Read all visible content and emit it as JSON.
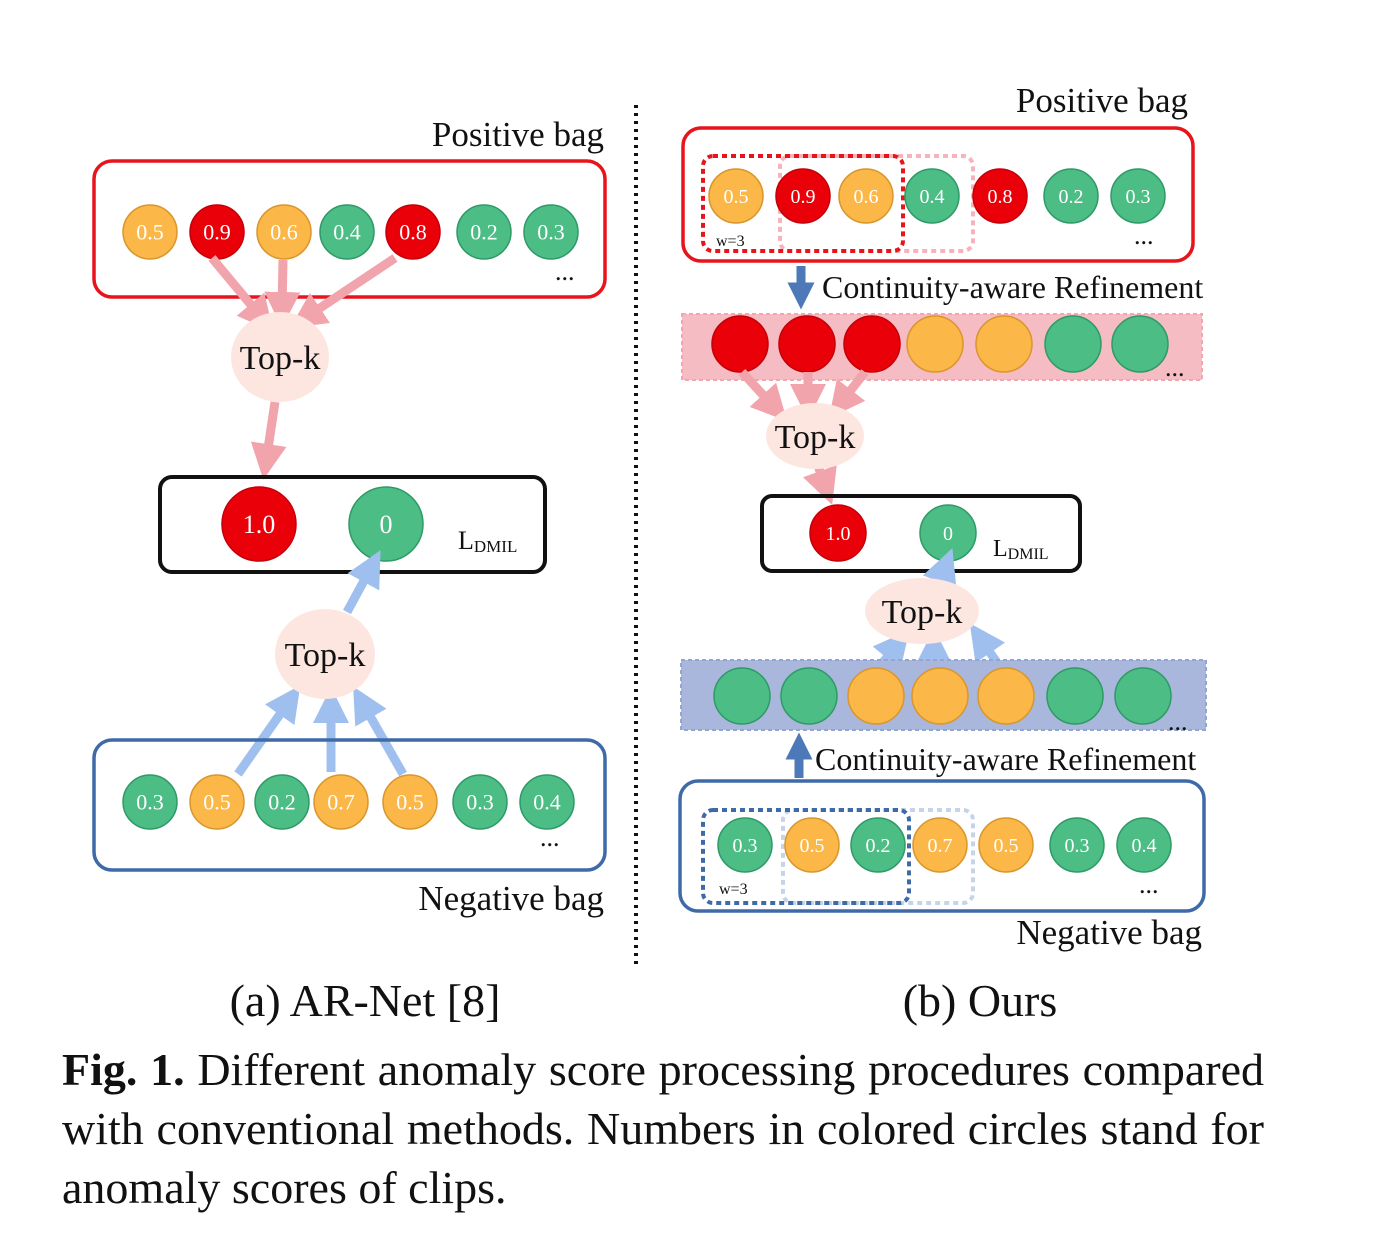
{
  "palette": {
    "red": "#ea0008",
    "orange": "#fbb748",
    "green": "#4cbd85",
    "positive_box": "#e8141c",
    "negative_box": "#3f6aa8",
    "pos_arrow": "#f2a4ad",
    "neg_arrow": "#9fc0ef",
    "topk_fill": "#fde6e0",
    "refine_arrow": "#4e79b8",
    "pink_band": "#f6bcc3",
    "blue_band": "#a9b7dc"
  },
  "left": {
    "subcaption": "(a) AR-Net [8]",
    "positive_label": "Positive bag",
    "negative_label": "Negative bag",
    "positive_scores": [
      {
        "text": "0.5",
        "color": "orange"
      },
      {
        "text": "0.9",
        "color": "red"
      },
      {
        "text": "0.6",
        "color": "orange"
      },
      {
        "text": "0.4",
        "color": "green"
      },
      {
        "text": "0.8",
        "color": "red"
      },
      {
        "text": "0.2",
        "color": "green"
      },
      {
        "text": "0.3",
        "color": "green"
      }
    ],
    "negative_scores": [
      {
        "text": "0.3",
        "color": "green"
      },
      {
        "text": "0.5",
        "color": "orange"
      },
      {
        "text": "0.2",
        "color": "green"
      },
      {
        "text": "0.7",
        "color": "orange"
      },
      {
        "text": "0.5",
        "color": "orange"
      },
      {
        "text": "0.3",
        "color": "green"
      },
      {
        "text": "0.4",
        "color": "green"
      }
    ],
    "ellipsis": "...",
    "topk_label": "Top-k",
    "loss_targets": [
      {
        "text": "1.0",
        "color": "red"
      },
      {
        "text": "0",
        "color": "green"
      }
    ],
    "loss_main": "L",
    "loss_sub": "DMIL"
  },
  "right": {
    "subcaption": "(b) Ours",
    "positive_label": "Positive bag",
    "negative_label": "Negative bag",
    "positive_scores": [
      {
        "text": "0.5",
        "color": "orange"
      },
      {
        "text": "0.9",
        "color": "red"
      },
      {
        "text": "0.6",
        "color": "orange"
      },
      {
        "text": "0.4",
        "color": "green"
      },
      {
        "text": "0.8",
        "color": "red"
      },
      {
        "text": "0.2",
        "color": "green"
      },
      {
        "text": "0.3",
        "color": "green"
      }
    ],
    "negative_scores": [
      {
        "text": "0.3",
        "color": "green"
      },
      {
        "text": "0.5",
        "color": "orange"
      },
      {
        "text": "0.2",
        "color": "green"
      },
      {
        "text": "0.7",
        "color": "orange"
      },
      {
        "text": "0.5",
        "color": "orange"
      },
      {
        "text": "0.3",
        "color": "green"
      },
      {
        "text": "0.4",
        "color": "green"
      }
    ],
    "refined_positive": [
      "red",
      "red",
      "red",
      "orange",
      "orange",
      "green",
      "green"
    ],
    "refined_negative": [
      "green",
      "green",
      "orange",
      "orange",
      "orange",
      "green",
      "green"
    ],
    "window_label": "w=3",
    "ellipsis": "...",
    "refinement_label": "Continuity-aware Refinement",
    "topk_label": "Top-k",
    "loss_targets": [
      {
        "text": "1.0",
        "color": "red"
      },
      {
        "text": "0",
        "color": "green"
      }
    ],
    "loss_main": "L",
    "loss_sub": "DMIL"
  },
  "caption": {
    "label": "Fig. 1.",
    "text": " Different anomaly score processing procedures compared with conventional methods. Numbers in colored circles stand for anomaly scores of clips."
  }
}
